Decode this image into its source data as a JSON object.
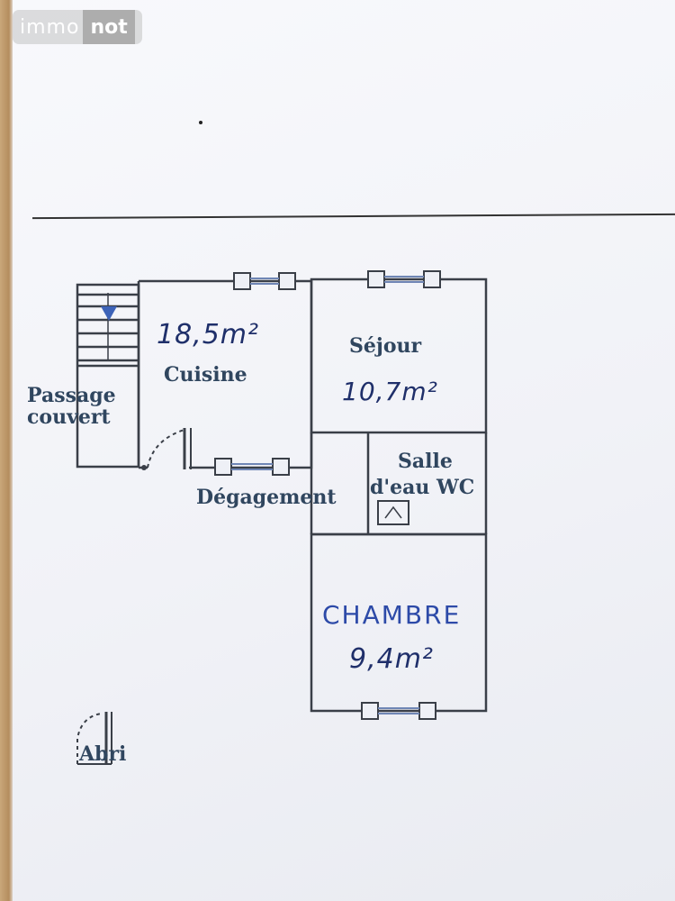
{
  "watermark": {
    "part1": "immo",
    "part2": "not"
  },
  "rooms": {
    "cuisine": {
      "name": "Cuisine",
      "area": "18,5m²"
    },
    "sejour": {
      "name": "Séjour",
      "area": "10,7m²"
    },
    "salle_eau": {
      "line1": "Salle",
      "line2": "d'eau WC"
    },
    "degagement": {
      "name": "Dégagement"
    },
    "chambre": {
      "name": "CHAMBRE",
      "area": "9,4m²"
    },
    "passage": {
      "line1": "Passage",
      "line2": "couvert"
    },
    "abri": {
      "name": "Abri"
    }
  },
  "colors": {
    "walls": "#3a3f48",
    "window": "#6f86b5",
    "label_print": "#30465f",
    "label_hand": "#1f2f6a"
  }
}
